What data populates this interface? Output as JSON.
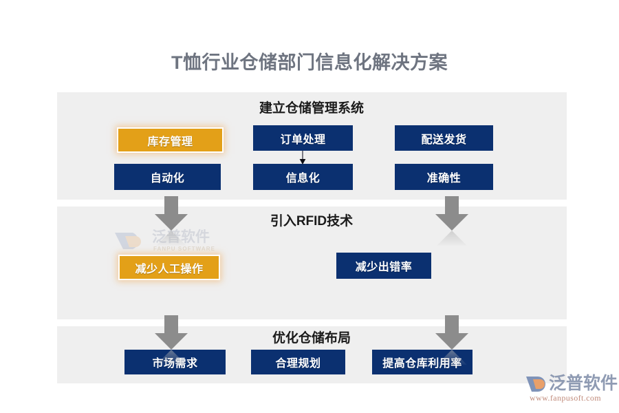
{
  "page": {
    "title": "T恤行业仓储部门信息化解决方案"
  },
  "sections": [
    {
      "id": "section-warehouse-management",
      "header": "建立仓储管理系统",
      "nodes": [
        {
          "label": "库存管理",
          "style": "orange"
        },
        {
          "label": "自动化",
          "style": "blue"
        },
        {
          "label": "订单处理",
          "style": "blue"
        },
        {
          "label": "信息化",
          "style": "blue"
        },
        {
          "label": "配送发货",
          "style": "blue"
        },
        {
          "label": "准确性",
          "style": "blue"
        }
      ]
    },
    {
      "id": "section-rfid",
      "header": "引入RFID技术",
      "nodes": [
        {
          "label": "减少人工操作",
          "style": "orange"
        },
        {
          "label": "减少出错率",
          "style": "blue"
        }
      ]
    },
    {
      "id": "section-layout-optimization",
      "header": "优化仓储布局",
      "nodes": [
        {
          "label": "市场需求",
          "style": "blue"
        },
        {
          "label": "合理规划",
          "style": "blue"
        },
        {
          "label": "提高仓库利用率",
          "style": "blue"
        }
      ]
    }
  ],
  "watermark": {
    "name": "泛普软件",
    "subtitle": "FANPU SOFTWARE"
  },
  "brand": {
    "name": "泛普软件",
    "url": "www.fanpusoft.com"
  },
  "colors": {
    "box_blue": "#0b3070",
    "box_orange": "#e3a018",
    "band_gray": "#efefef",
    "arrow_gray": "#8c8c8c",
    "title_gray": "#6e7480",
    "header_black": "#1a1a1a"
  },
  "icons": {
    "flow_arrow": "down-arrow-icon",
    "connector_arrow": "down-connector-arrow-icon",
    "brand_mark": "fanpu-logo-icon"
  }
}
